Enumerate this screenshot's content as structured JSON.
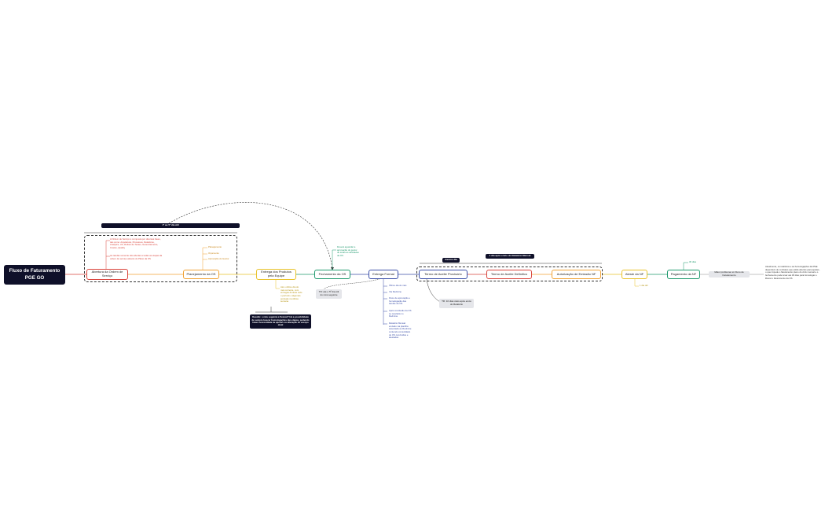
{
  "root": {
    "title": "Fluxo de Faturamento PGE GO"
  },
  "nodes": {
    "abertura": "Abertura da Ordem de Serviço",
    "planejamento": "Planejamento da OS",
    "entrega_produtos": "Entrega dos Produtos pela Equipe",
    "fechamento": "Fechamento da OS",
    "entrega_formal": "Entrega Formal",
    "termo_provisorio": "Termo de Aceite Provisório",
    "termo_definitivo": "Termo de Aceite Definitivo",
    "autorizacao": "Autorização de Emissão NF",
    "ateste": "Ateste da NF",
    "pagamento": "Pagamento da NF"
  },
  "labels": {
    "periodo": "1º ao 5º dia útil",
    "mesmo_dia": "mesmo dia",
    "relatorio": "1 dia após envio do Relatório Mensal",
    "ate_ultimo": "Até o último dia do mês corrente, com entregas durante todo o período e algumas pontuais na última semana",
    "desafio": "Desafio: o mês seguinte é flexível? Há a possibilidade de sempre buscar homologações das etapas, podendo haver necessidade de ajustes ou alteração do escopo atual",
    "tr_ate5": "TR: até o 5º dia útil do mês seguinte",
    "tr_10dias": "TR: 10 dias úteis após envio do Relatório",
    "cinco_dias": "1 dia útil",
    "trinta_dias": "30 dias",
    "maior_problema": "Maior problema no Fluxo de Faturamento",
    "solucao": "Atualmente, os relatórios e as homologações da PGE dependem de contratos que estão abertos para ajustes, o que impede o faturamento pleno do ciclo mensal e o fechamento pode levar até 30 dias para homologar e liberar o faturamento da OS"
  },
  "notes": {
    "abertura": [
      "A Ordem de Serviço é composta por diversas fases, tais como: Arquitetura, Processos, Relatórios, Analytics, UX, Rollout de Testes, Gerenciamento, Custos, Quality",
      "As tarefas somente são abertas a todas as etapas da ordem de serviço através do Plano da OS"
    ],
    "planejamento": [
      "Planejamento",
      "Orçamento",
      "Aprovação do Gestor"
    ],
    "fechamento": "Deverá aguardar a aprovação do gestor de todas as atividades da OS",
    "entrega_formal": [
      "Último dia do mês",
      "Via Redmine",
      "Fluxo de aprovação e homologação das tarefas da OS",
      "Após conclusão da OS se resultará no Redmine",
      "Relatório Mensal enviado via planilha associada ao Redmine contendo consolidado de OS concluídas e atestadas"
    ]
  },
  "colors": {
    "red": "#d9443c",
    "orange": "#f0a235",
    "yellow": "#e8c22a",
    "green": "#1f9a6e",
    "blue": "#3b4fa8",
    "dark": "#0f1029"
  }
}
